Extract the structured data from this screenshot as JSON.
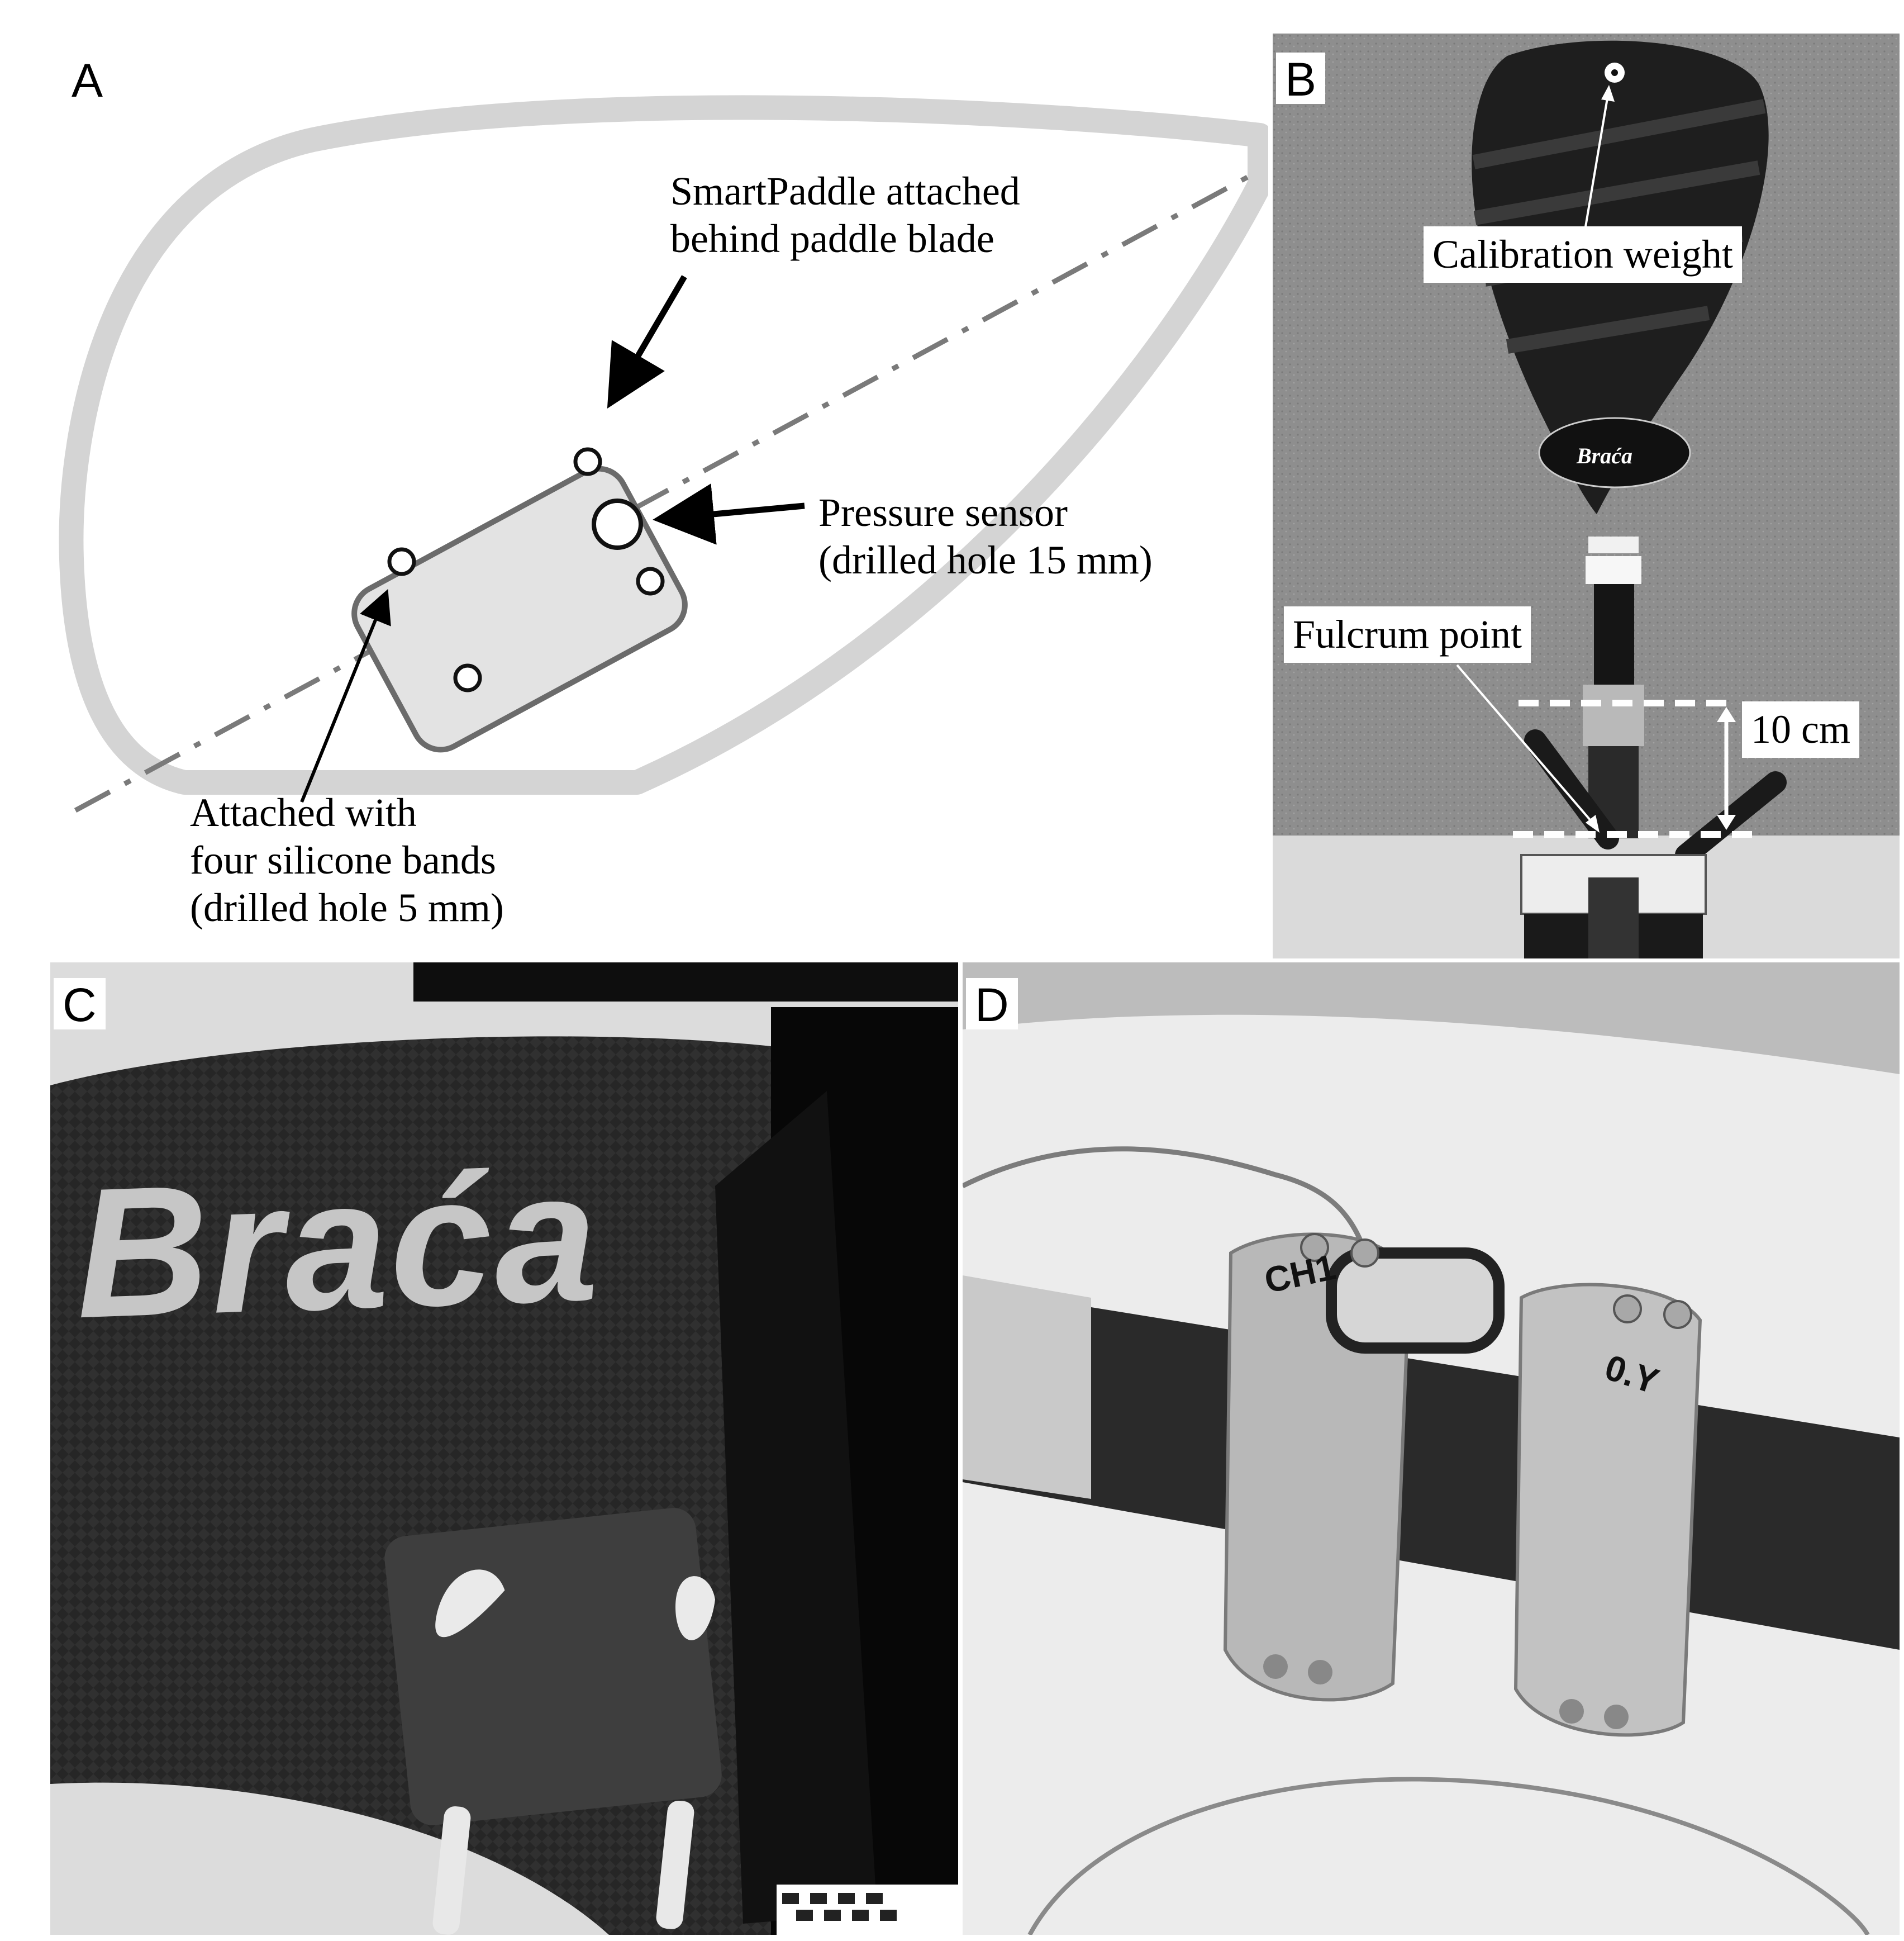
{
  "panels": {
    "a": {
      "letter": "A",
      "labels": {
        "smartpaddle_line1": "SmartPaddle attached",
        "smartpaddle_line2": "behind paddle blade",
        "pressure_line1": "Pressure sensor",
        "pressure_line2": "(drilled hole 15 mm)",
        "attached_line1": "Attached with",
        "attached_line2": "four silicone bands",
        "attached_line3": "(drilled hole 5 mm)"
      }
    },
    "b": {
      "letter": "B",
      "blade_logo": "Braća",
      "labels": {
        "calibration": "Calibration weight",
        "fulcrum": "Fulcrum point",
        "distance": "10 cm"
      }
    },
    "c": {
      "letter": "C",
      "logo": "Braća"
    },
    "d": {
      "letter": "D",
      "clamp_left": "CH1",
      "clamp_right": "0.Y"
    }
  },
  "colors": {
    "outline_gray": "#d4d4d4",
    "sensor_fill": "#e3e3e3",
    "sensor_stroke": "#6b6b6b",
    "axis_gray": "#7a7a7a"
  }
}
